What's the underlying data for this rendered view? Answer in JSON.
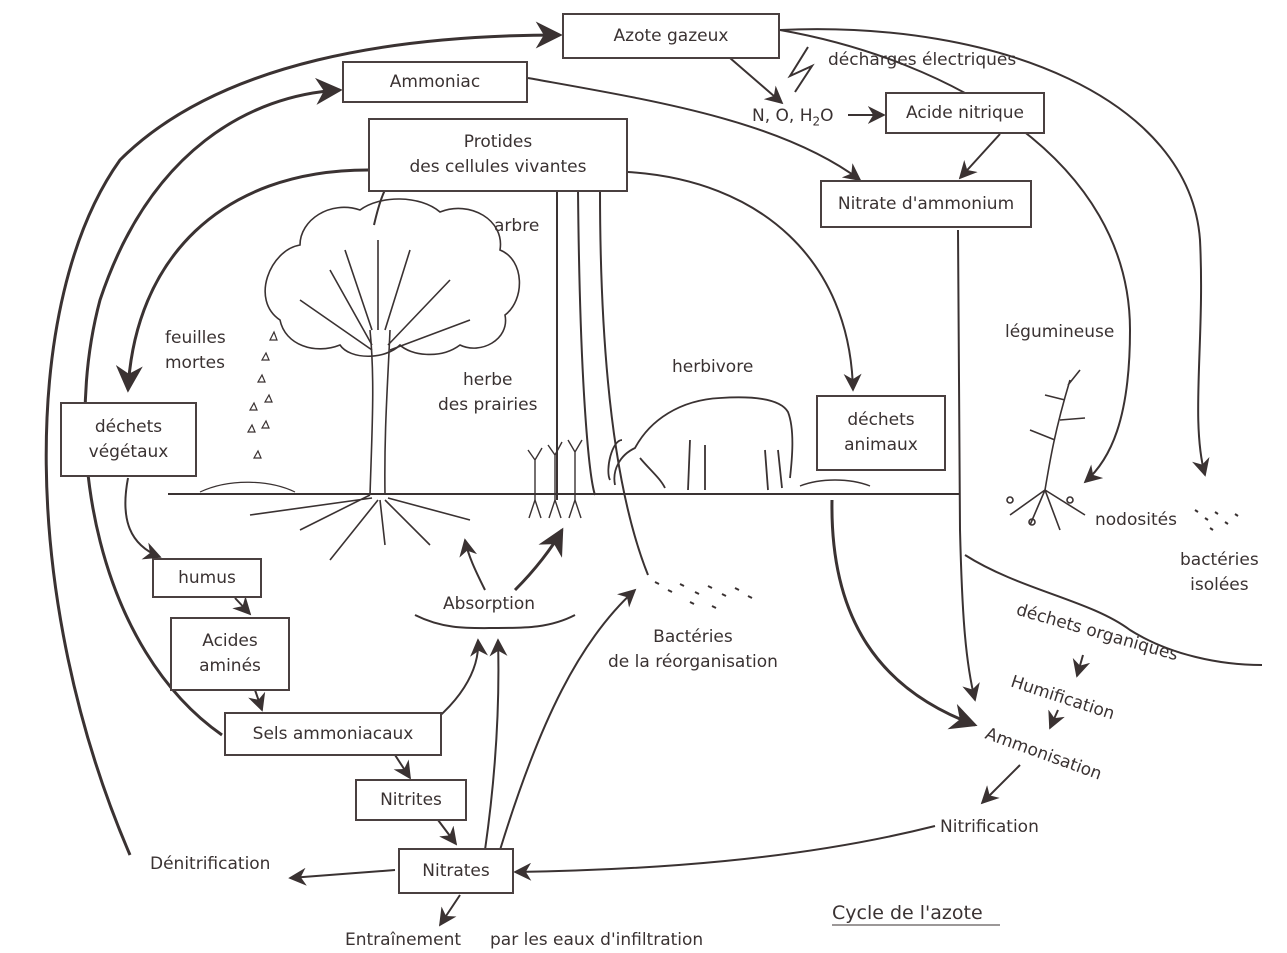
{
  "boxes": {
    "azote_gazeux": "Azote gazeux",
    "ammoniac": "Ammoniac",
    "protides": "Protides\ndes cellules vivantes",
    "acide_nitrique": "Acide nitrique",
    "nitrate_ammonium": "Nitrate d'ammonium",
    "dechets_vegetaux": "déchets\nvégétaux",
    "dechets_animaux": "déchets\nanimaux",
    "humus": "humus",
    "acides_amines": "Acides\naminés",
    "sels_ammoniacaux": "Sels ammoniacaux",
    "nitrites": "Nitrites",
    "nitrates": "Nitrates"
  },
  "labels": {
    "decharges": "décharges électriques",
    "formula": "N, O, H",
    "formula_sub": "2",
    "formula_end": "O",
    "feuilles_mortes": "feuilles\nmortes",
    "arbre": "arbre",
    "herbe": "herbe\ndes prairies",
    "herbivore": "herbivore",
    "legumineuse": "légumineuse",
    "nodosites": "nodosités",
    "bacteries_isolees": "bactéries\nisolées",
    "absorption": "Absorption",
    "bacteries_reorganisation": "Bactéries\nde la réorganisation",
    "dechets_organiques": "déchets organiques",
    "humification": "Humification",
    "ammonisation": "Ammonisation",
    "nitrification": "Nitrification",
    "denitrification": "Dénitrification",
    "entrainement": "Entraînement",
    "infiltration": "par les eaux d'infiltration",
    "caption": "Cycle de l'azote"
  }
}
